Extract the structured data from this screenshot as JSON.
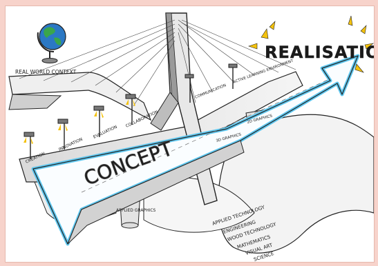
{
  "title": "REALISATION",
  "arrow_label": "CONCEPT",
  "left_heading": "REAL WORLD CONTEXT",
  "stages": [
    {
      "label": "CREATION"
    },
    {
      "label": "INNOVATION"
    },
    {
      "label": "EVALUATION"
    },
    {
      "label": "COLLABORATION"
    },
    {
      "label": "COMMUNICATION"
    },
    {
      "label": "ACTIVE LEARNING ENVIRONMENT"
    }
  ],
  "pillars": [
    {
      "label": "APPLIED GRAPHICS"
    },
    {
      "label": "3D GRAPHICS"
    },
    {
      "label": "2D GRAPHICS"
    }
  ],
  "subjects": [
    "APPLIED TECHNOLOGY",
    "ENGINEERING",
    "WOOD TECHNOLOGY",
    "MATHEMATICS",
    "VISUAL ART",
    "SCIENCE"
  ],
  "colors": {
    "border": "#f7d3cb",
    "arrow_glow": "#5fc7ef",
    "globe_blue": "#2b78c4",
    "globe_green": "#3aa64b",
    "spark_yellow": "#f4c20d",
    "ink": "#1a1a1a"
  }
}
